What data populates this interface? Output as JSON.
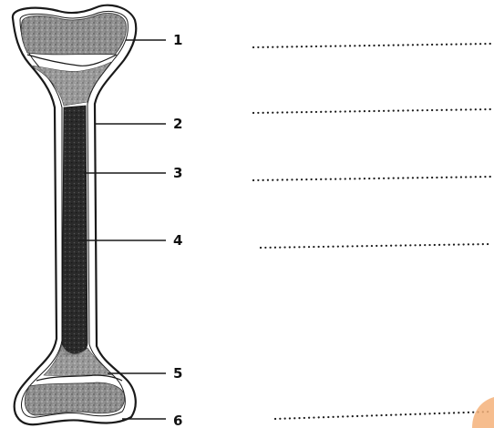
{
  "diagram": {
    "labels": [
      {
        "id": 1,
        "text": "1",
        "answer": ""
      },
      {
        "id": 2,
        "text": "2",
        "answer": ""
      },
      {
        "id": 3,
        "text": "3",
        "answer": ""
      },
      {
        "id": 4,
        "text": "4",
        "answer": ""
      },
      {
        "id": 5,
        "text": "5",
        "answer": ""
      },
      {
        "id": 6,
        "text": "6",
        "answer": ""
      }
    ]
  },
  "colors": {
    "outline": "#1a1a1a",
    "spongy_bone": "#9a9a9a",
    "marrow": "#2c2c2c",
    "watermark": "#f4b27a"
  }
}
